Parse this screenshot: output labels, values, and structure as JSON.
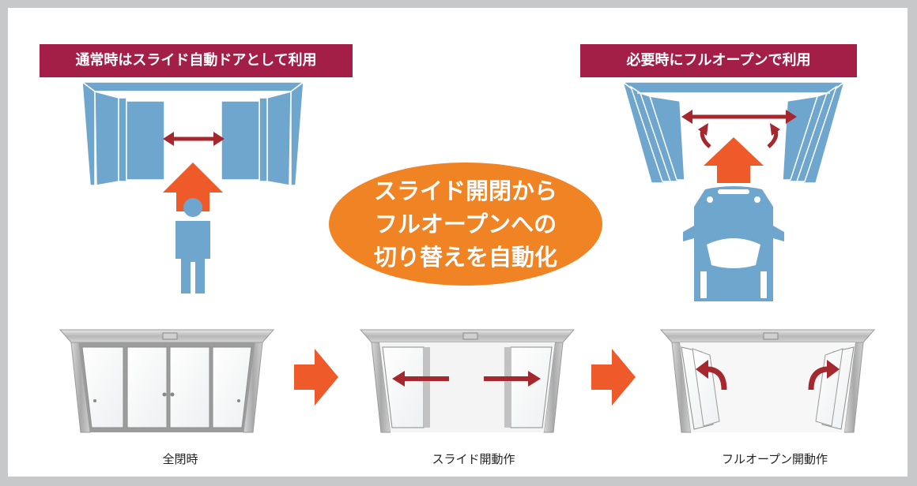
{
  "labels": {
    "left": "通常時はスライド自動ドアとして利用",
    "right": "必要時にフルオープンで利用"
  },
  "bubble": {
    "lines": [
      "スライド開閉から",
      "フルオープンへの",
      "切り替えを自動化"
    ]
  },
  "captions": {
    "closed": "全閉時",
    "slide": "スライド開動作",
    "full_open": "フルオープン開動作"
  },
  "colors": {
    "label_bg": "#a31f48",
    "bubble": "#f08424",
    "door_blue": "#6fa6cd",
    "arrow_orange": "#ee5a2a",
    "arrow_red": "#a5282f"
  }
}
